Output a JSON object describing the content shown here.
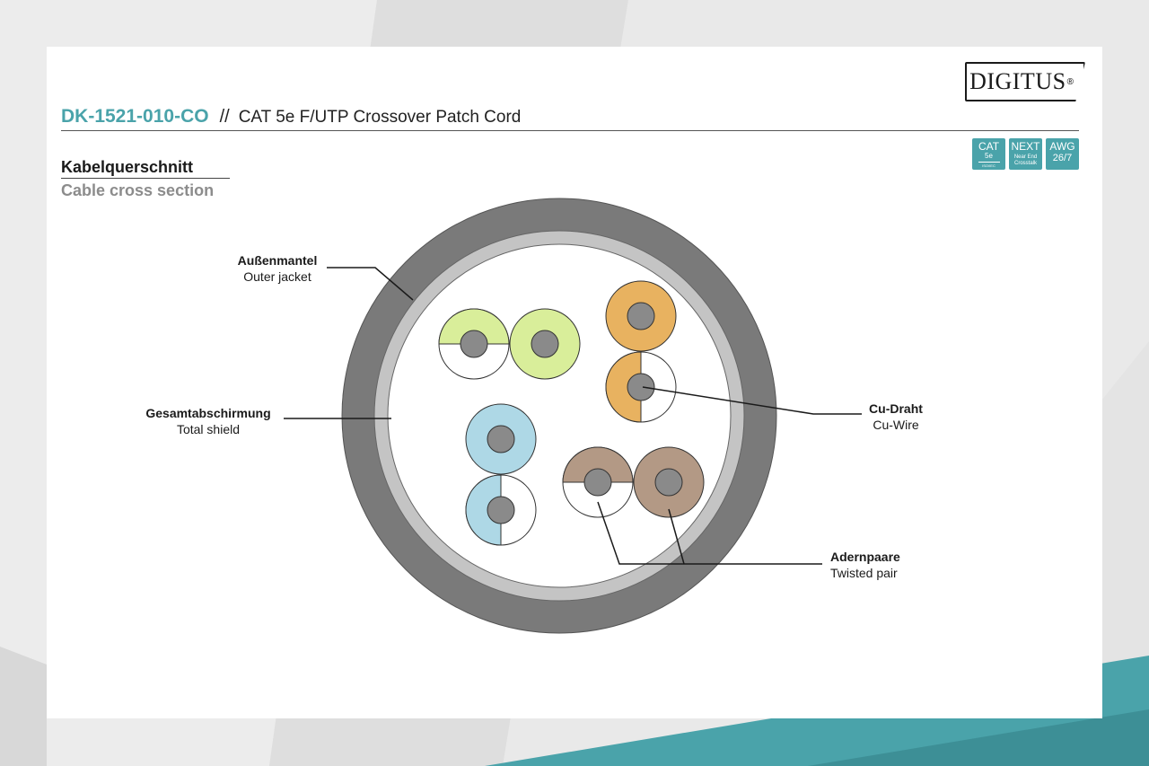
{
  "header": {
    "model_number": "DK-1521-010-CO",
    "separator": "//",
    "product_name": "CAT 5e F/UTP Crossover Patch Cord"
  },
  "brand": {
    "logo_text": "DIGITUS",
    "registered": "®"
  },
  "badges": {
    "cat": {
      "top": "CAT",
      "mid": "5e",
      "bottom": "ISO/IEC"
    },
    "next": {
      "top": "NEXT",
      "bottom_1": "Near End",
      "bottom_2": "Crosstalk"
    },
    "awg": {
      "top": "AWG",
      "bottom": "26/7"
    }
  },
  "section": {
    "title_de": "Kabelquerschnitt",
    "title_en": "Cable cross section"
  },
  "labels": {
    "outer_jacket": {
      "de": "Außenmantel",
      "en": "Outer jacket"
    },
    "total_shield": {
      "de": "Gesamtabschirmung",
      "en": "Total shield"
    },
    "cu_wire": {
      "de": "Cu-Draht",
      "en": "Cu-Wire"
    },
    "twisted_pair": {
      "de": "Adernpaare",
      "en": "Twisted pair"
    }
  },
  "colors": {
    "accent": "#4aa3aa",
    "jacket": "#7a7a7a",
    "shield": "#c4c4c4",
    "conductor": "#8a8a8a",
    "pair_green": "#d9ee9a",
    "pair_orange": "#e8b260",
    "pair_blue": "#aed8e6",
    "pair_brown": "#b39985"
  }
}
